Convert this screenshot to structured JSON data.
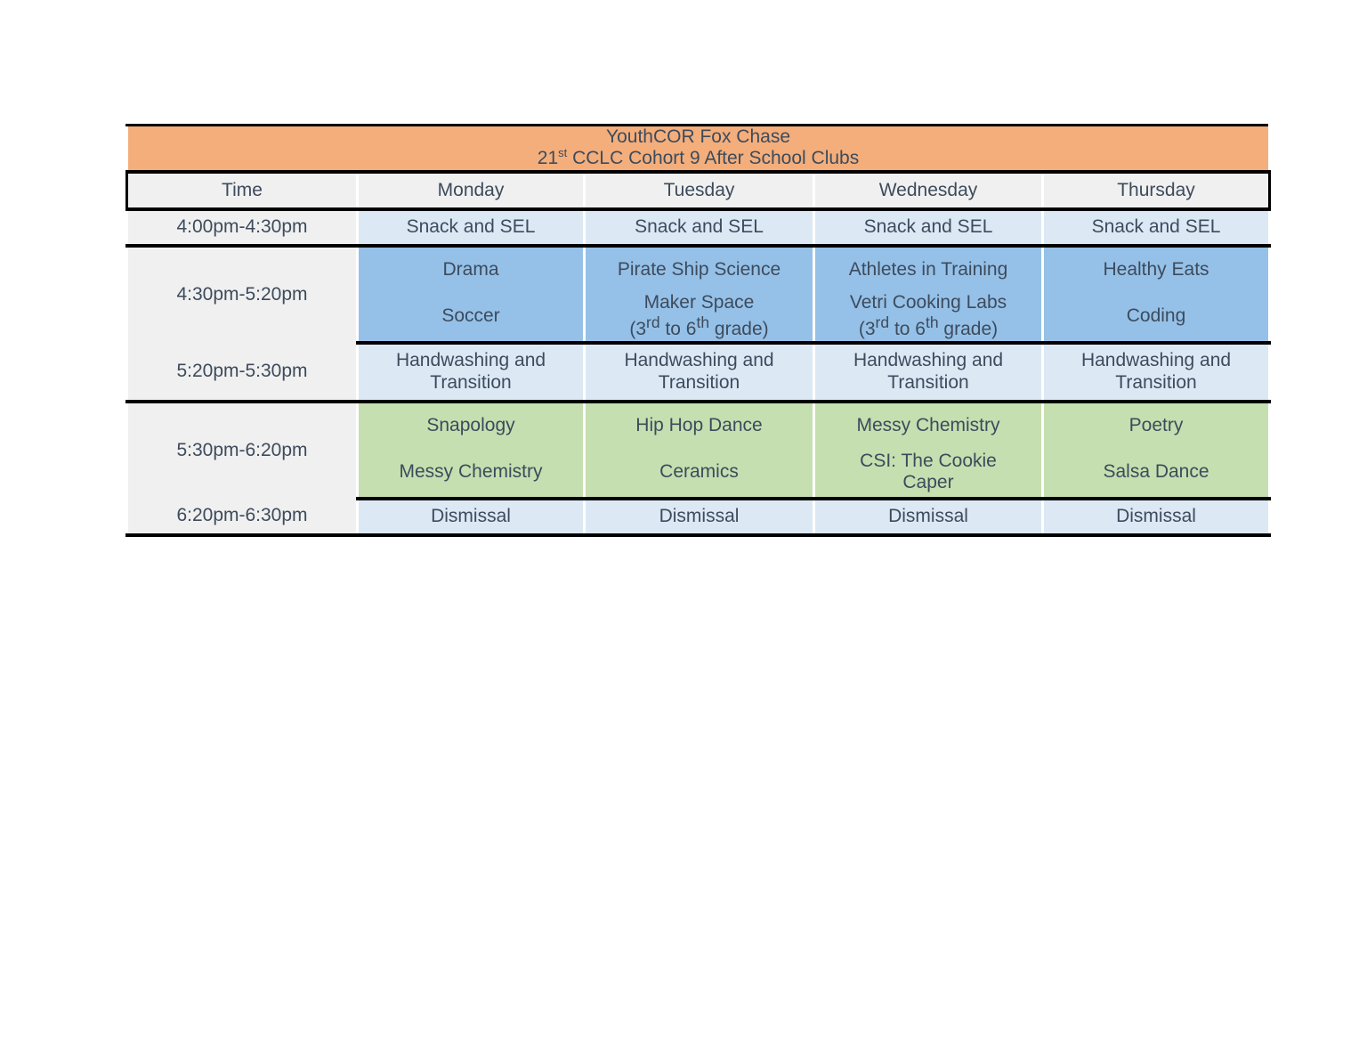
{
  "document": {
    "title_line1": "YouthCOR Fox Chase",
    "title_line2_pre": "21",
    "title_line2_sup": "st",
    "title_line2_post": " CCLC Cohort 9 After School Clubs",
    "colors": {
      "banner": "#f4ae7b",
      "header_row": "#f0f0f0",
      "time_column": "#f0f0f0",
      "light_blue": "#dce9f5",
      "blue": "#95c1e8",
      "green": "#c6dfb0",
      "border": "#000000",
      "text": "#3d4b5c"
    }
  },
  "table": {
    "columns": [
      "Time",
      "Monday",
      "Tuesday",
      "Wednesday",
      "Thursday"
    ],
    "header": {
      "time": "Time",
      "monday": "Monday",
      "tuesday": "Tuesday",
      "wednesday": "Wednesday",
      "thursday": "Thursday"
    },
    "times": {
      "snack": "4:00pm-4:30pm",
      "block1": "4:30pm-5:20pm",
      "handwashing": "5:20pm-5:30pm",
      "block2": "5:30pm-6:20pm",
      "dismissal": "6:20pm-6:30pm"
    },
    "snack_row": {
      "monday": "Snack and SEL",
      "tuesday": "Snack and SEL",
      "wednesday": "Snack and SEL",
      "thursday": "Snack and SEL"
    },
    "block1_rowA": {
      "monday": "Drama",
      "tuesday": "Pirate Ship Science",
      "wednesday": "Athletes in Training",
      "thursday": "Healthy Eats"
    },
    "block1_rowB": {
      "monday": "Soccer",
      "tuesday_main": "Maker Space",
      "tuesday_sub_pre": "(3",
      "tuesday_sub_sup1": "rd",
      "tuesday_sub_mid": " to 6",
      "tuesday_sub_sup2": "th",
      "tuesday_sub_post": " grade)",
      "wednesday_main": "Vetri Cooking Labs",
      "wednesday_sub_pre": "(3",
      "wednesday_sub_sup1": "rd",
      "wednesday_sub_mid": " to 6",
      "wednesday_sub_sup2": "th",
      "wednesday_sub_post": " grade)",
      "thursday": "Coding"
    },
    "handwashing_row": {
      "monday_line1": "Handwashing and",
      "monday_line2": "Transition",
      "tuesday_line1": "Handwashing and",
      "tuesday_line2": "Transition",
      "wednesday_line1": "Handwashing and",
      "wednesday_line2": "Transition",
      "thursday_line1": "Handwashing and",
      "thursday_line2": "Transition"
    },
    "block2_rowA": {
      "monday": "Snapology",
      "tuesday": "Hip Hop Dance",
      "wednesday": "Messy Chemistry",
      "thursday": "Poetry"
    },
    "block2_rowB": {
      "monday": "Messy Chemistry",
      "tuesday": "Ceramics",
      "wednesday_line1": "CSI: The Cookie",
      "wednesday_line2": "Caper",
      "thursday": "Salsa Dance"
    },
    "dismissal_row": {
      "monday": "Dismissal",
      "tuesday": "Dismissal",
      "wednesday": "Dismissal",
      "thursday": "Dismissal"
    }
  }
}
